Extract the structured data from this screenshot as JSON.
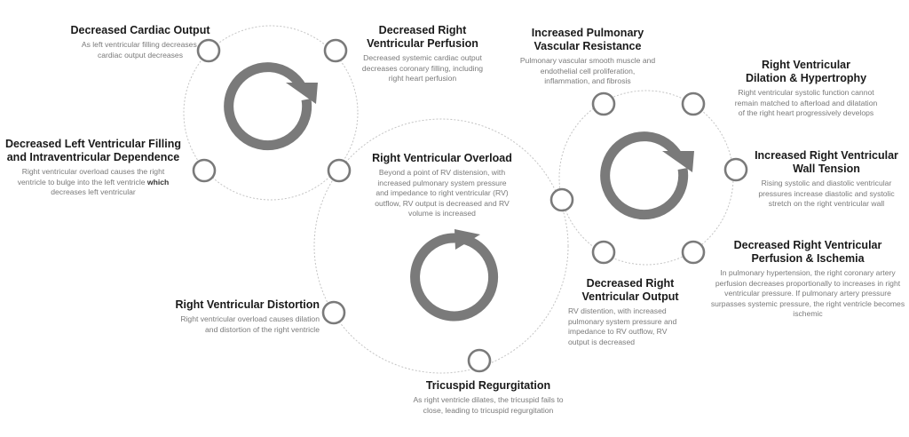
{
  "colors": {
    "ring": "#c4c4c4",
    "node_stroke": "#7a7a7a",
    "arrow": "#7a7a7a",
    "title": "#1a1a1a",
    "description": "#7a7a7a"
  },
  "icons": {
    "cycle_left": "clockwise-arrow-icon",
    "cycle_center": "counterclockwise-arrow-icon",
    "cycle_right": "clockwise-arrow-icon",
    "node": "circle-node-icon"
  },
  "left_cycle": {
    "cardiac_output": {
      "title": "Decreased Cardiac Output",
      "description": "As left ventricular filling decreases,\ncardiac output decreases"
    },
    "rv_perfusion": {
      "title": "Decreased Right\nVentricular Perfusion",
      "description": "Decreased systemic cardiac output\ndecreases coronary filling, including\nright heart perfusion"
    },
    "lv_filling": {
      "title": "Decreased Left Ventricular Filling\nand Intraventricular Dependence",
      "description_part1": "Right ventricular overload causes the right\nventricle to bulge into the left ventricle ",
      "description_em": "which",
      "description_part2": "\ndecreases left ventricular"
    }
  },
  "center_cycle": {
    "rv_overload": {
      "title": "Right Ventricular Overload",
      "description": "Beyond a point of RV distension, with\nincreased pulmonary system pressure\nand impedance to right ventricular (RV)\noutflow, RV output is decreased and RV\nvolume is increased"
    },
    "rv_distortion": {
      "title": "Right Ventricular Distortion",
      "description": "Right ventricular overload causes dilation\nand distortion of the right ventricle"
    },
    "tricuspid": {
      "title": "Tricuspid Regurgitation",
      "description": "As right ventricle dilates, the tricuspid fails to\nclose, leading to tricuspid regurgitation"
    }
  },
  "right_cycle": {
    "pvr": {
      "title": "Increased Pulmonary\nVascular Resistance",
      "description": "Pulmonary vascular smooth muscle and\nendothelial cell proliferation,\ninflammation, and fibrosis"
    },
    "dilation": {
      "title": "Right Ventricular\nDilation & Hypertrophy",
      "description": "Right ventricular systolic function cannot\nremain matched to afterload and dilatation\nof the right heart progressively develops"
    },
    "wall_tension": {
      "title": "Increased Right Ventricular\nWall Tension",
      "description": "Rising systolic and diastolic ventricular\npressures increase diastolic and systolic\nstretch on the right ventricular wall"
    },
    "ischemia": {
      "title": "Decreased Right Ventricular\nPerfusion & Ischemia",
      "description": "In pulmonary hypertension, the right coronary artery\nperfusion decreases proportionally to increases in right\nventricular pressure. If pulmonary artery pressure\nsurpasses systemic pressure, the right ventricle becomes\nischemic"
    },
    "rv_output": {
      "title": "Decreased Right\nVentricular Output",
      "description": "RV distention, with increased\npulmonary system pressure and\nimpedance to RV outflow, RV\noutput is decreased"
    }
  }
}
